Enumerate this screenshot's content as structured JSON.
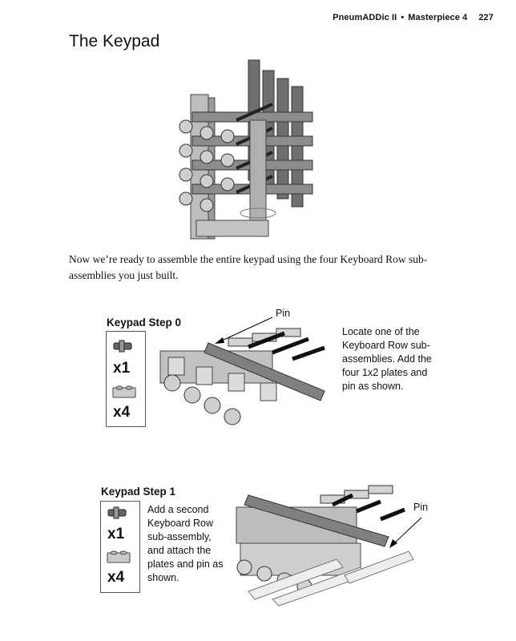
{
  "header": {
    "running_title": "PneumADDic II",
    "separator": "•",
    "chapter": "Masterpiece 4",
    "page_number": "227"
  },
  "section_title": "The Keypad",
  "intro_text": "Now we’re ready to assemble the entire keypad using the four Keyboard Row sub-assemblies you just built.",
  "steps": [
    {
      "title": "Keypad Step 0",
      "parts": [
        {
          "icon": "pin-part-icon",
          "qty": "x1"
        },
        {
          "icon": "plate-1x2-part-icon",
          "qty": "x4"
        }
      ],
      "callout": "Pin",
      "description": "Locate one of the Keyboard Row sub-assemblies. Add the four 1x2 plates and pin as shown."
    },
    {
      "title": "Keypad Step 1",
      "parts": [
        {
          "icon": "pin-part-icon",
          "qty": "x1"
        },
        {
          "icon": "plate-1x2-part-icon",
          "qty": "x4"
        }
      ],
      "callout": "Pin",
      "description": "Add a second Keyboard Row sub-assembly, and attach the plates and pin as shown."
    }
  ]
}
